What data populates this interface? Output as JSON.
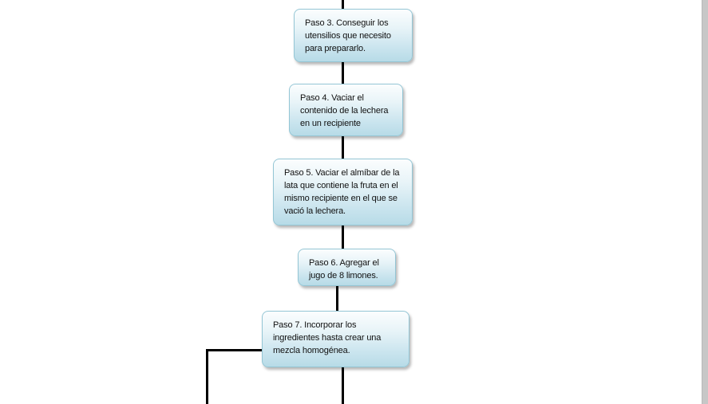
{
  "diagram": {
    "steps": [
      {
        "id": "paso-3",
        "text": "Paso 3. Conseguir los\nutensilios que necesito\npara prepararlo."
      },
      {
        "id": "paso-4",
        "text": "Paso 4. Vaciar el\ncontenido de la lechera\nen un recipiente"
      },
      {
        "id": "paso-5",
        "text": "Paso 5. Vaciar el almíbar de la\nlata que contiene la fruta en el\nmismo recipiente en el que se\nvació la lechera."
      },
      {
        "id": "paso-6",
        "text": "Paso 6. Agregar el\njugo de 8 limones."
      },
      {
        "id": "paso-7",
        "text": "Paso 7. Incorporar los\ningredientes hasta crear una\nmezcla homogénea."
      }
    ]
  }
}
